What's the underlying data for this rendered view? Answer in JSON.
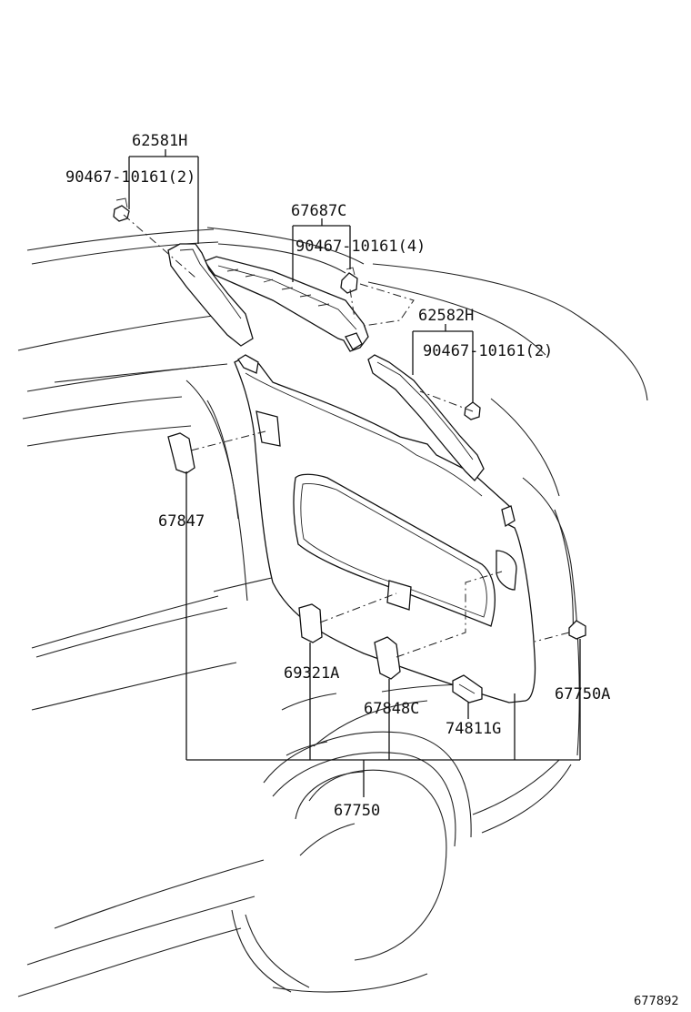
{
  "diagram": {
    "labels": [
      {
        "id": "l-62581h",
        "text": "62581H"
      },
      {
        "id": "l-90467-a",
        "text": "90467-10161(2)"
      },
      {
        "id": "l-67687c",
        "text": "67687C"
      },
      {
        "id": "l-90467-b",
        "text": "90467-10161(4)"
      },
      {
        "id": "l-62582h",
        "text": "62582H"
      },
      {
        "id": "l-90467-c",
        "text": "90467-10161(2)"
      },
      {
        "id": "l-67847",
        "text": "67847"
      },
      {
        "id": "l-69321a",
        "text": "69321A"
      },
      {
        "id": "l-67848c",
        "text": "67848C"
      },
      {
        "id": "l-74811g",
        "text": "74811G"
      },
      {
        "id": "l-67750a",
        "text": "67750A"
      },
      {
        "id": "l-67750",
        "text": "67750"
      }
    ],
    "reference_number": "677892"
  }
}
